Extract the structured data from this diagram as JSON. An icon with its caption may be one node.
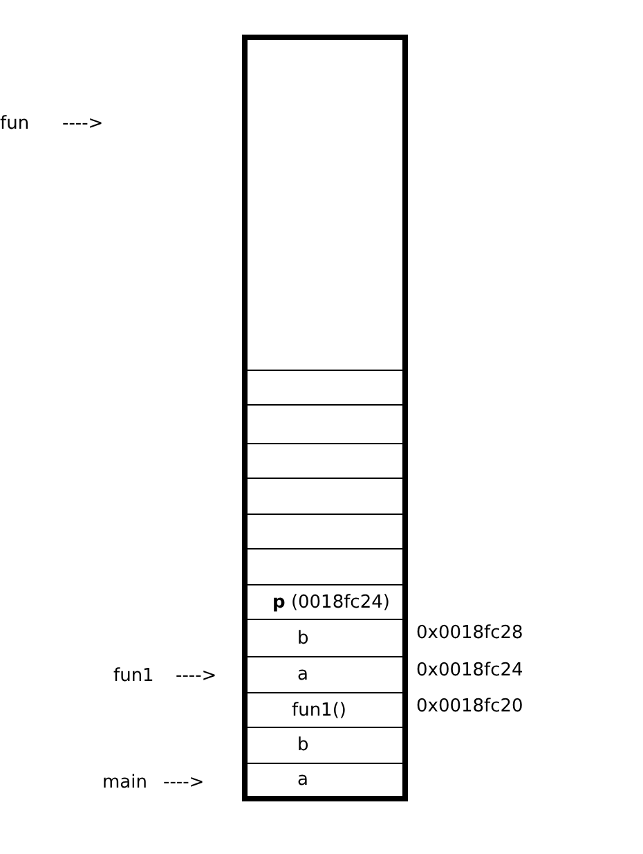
{
  "diagram": {
    "nodes": [
      {
        "text": [],
        "shape": "box"
      },
      {
        "text": [],
        "shape": "box",
        "in": 0
      },
      {
        "text": [],
        "shape": "box",
        "in": 0
      },
      {
        "text": [],
        "shape": "box",
        "in": 0
      },
      {
        "text": [],
        "shape": "box",
        "in": 0
      },
      {
        "text": [],
        "shape": "box",
        "in": 0
      },
      {
        "text": [],
        "shape": "box",
        "in": 0
      },
      {
        "text": [
          "**p** (0018fc24)"
        ],
        "in": 0
      },
      {
        "text": [
          "b"
        ],
        "in": 0,
        "beside": [
          "0x0018fc28"
        ]
      },
      {
        "text": [
          "a"
        ],
        "in": 0,
        "beside": [
          "0x0018fc24"
        ]
      },
      {
        "text": [
          "fun1()"
        ],
        "in": 0,
        "beside": [
          "0x0018fc20"
        ]
      },
      {
        "text": [
          "b"
        ],
        "in": 0
      },
      {
        "text": [
          "a"
        ],
        "in": 0
      }
    ],
    "labels": [
      "fun",
      "---->",
      "fun1",
      "---->",
      "main",
      "---->"
    ]
  }
}
